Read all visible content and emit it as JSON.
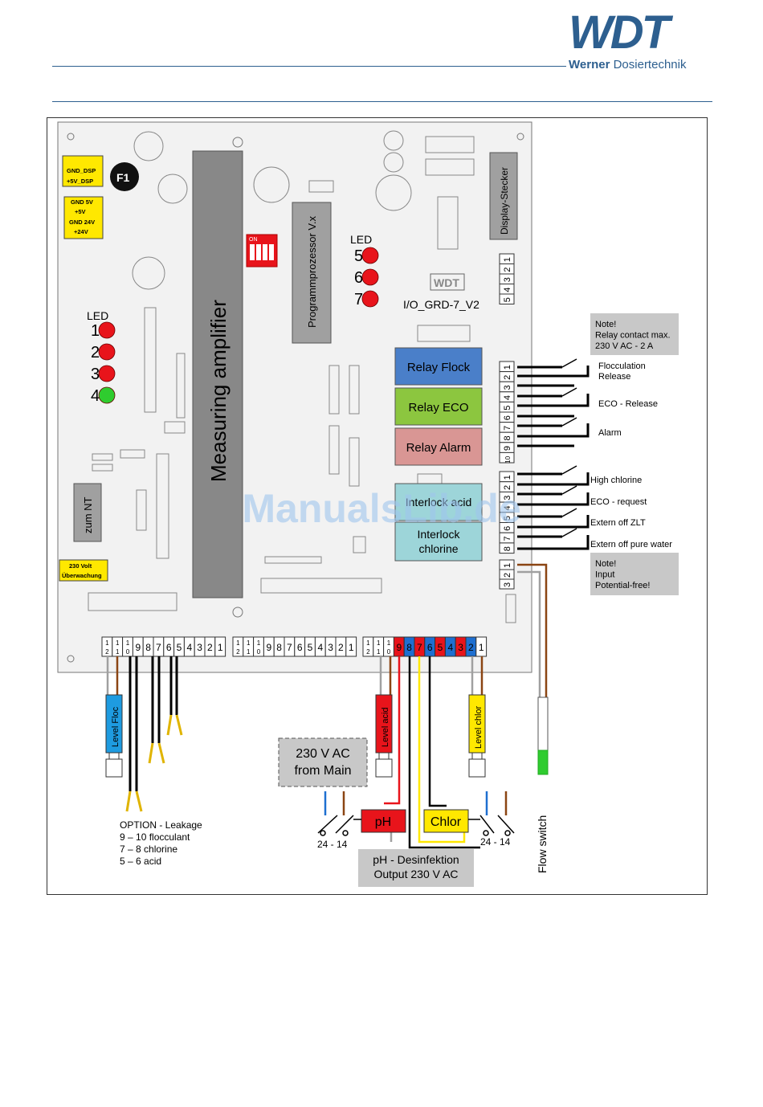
{
  "header": {
    "logo_mark": "WDT",
    "logo_name_bold": "Werner",
    "logo_name_rest": " Dosiertechnik"
  },
  "board": {
    "f1": "F1",
    "gnd_dsp": "GND_DSP",
    "v5_dsp": "+5V_DSP",
    "gnd5": "GND 5V",
    "v5": "+5V",
    "gnd24": "GND 24V",
    "v24": "+24V",
    "measuring_amplifier": "Measuring amplifier",
    "programmprozessor": "Programmprozessor V.x",
    "display_stecker": "Display-Stecker",
    "io_label": "I/O_GRD-7_V2",
    "zum_nt": "zum NT",
    "v230_label": "230 Volt",
    "ueberwachung": "Überwachung",
    "led_left_label": "LED",
    "led_right_label": "LED",
    "leds_left": [
      {
        "num": "1",
        "color": "#e8141b"
      },
      {
        "num": "2",
        "color": "#e8141b"
      },
      {
        "num": "3",
        "color": "#e8141b"
      },
      {
        "num": "4",
        "color": "#2fcc2f"
      }
    ],
    "leds_right": [
      {
        "num": "5",
        "color": "#e8141b"
      },
      {
        "num": "6",
        "color": "#e8141b"
      },
      {
        "num": "7",
        "color": "#e8141b"
      }
    ],
    "relays": [
      {
        "label": "Relay Flock",
        "color": "#4a7fc9"
      },
      {
        "label": "Relay ECO",
        "color": "#8cc63f"
      },
      {
        "label": "Relay Alarm",
        "color": "#d99694"
      }
    ],
    "interlock_acid": "Interlock acid",
    "interlock_chlorine_1": "Interlock",
    "interlock_chlorine_2": "chlorine",
    "dip_on": "ON"
  },
  "right_side": {
    "note_relay": [
      "Note!",
      "Relay contact max.",
      "230 V AC - 2 A"
    ],
    "outputs": [
      "Flocculation",
      "Release",
      "ECO - Release",
      "Alarm"
    ],
    "inputs": [
      "High chlorine",
      "ECO - request",
      "Extern off ZLT",
      "Extern off pure water"
    ],
    "note_input": [
      "Note!",
      "Input",
      "Potential-free!"
    ]
  },
  "bottom": {
    "level_floc": "Level Floc",
    "level_acid": "Level acid",
    "level_chlor": "Level chlor",
    "option_leakage": [
      "OPTION - Leakage",
      "9 – 10 flocculant",
      "7 – 8 chlorine",
      "5 – 6 acid"
    ],
    "mains": [
      "230 V AC",
      "from Main"
    ],
    "ph": "pH",
    "chlor": "Chlor",
    "range_left": "24 - 14",
    "range_right": "24 - 14",
    "output_box": [
      "pH - Desinfektion",
      "Output 230 V AC"
    ],
    "flow_switch": "Flow switch"
  },
  "terminals": {
    "sl5": [
      "12",
      "11",
      "10",
      "9",
      "8",
      "7",
      "6",
      "5",
      "4",
      "3",
      "2",
      "1"
    ],
    "sl7": [
      "12",
      "11",
      "10",
      "9",
      "8",
      "7",
      "6",
      "5",
      "4",
      "3",
      "2",
      "1"
    ],
    "sl3": [
      "12",
      "11",
      "10",
      "9",
      "8",
      "7",
      "6",
      "5",
      "4",
      "3",
      "2",
      "1"
    ],
    "right_top": [
      "1",
      "2",
      "3",
      "4",
      "5"
    ],
    "right_relay": [
      "1",
      "2",
      "3",
      "4",
      "5",
      "6",
      "7",
      "8",
      "9",
      "10"
    ],
    "right_input": [
      "1",
      "2",
      "3",
      "4",
      "5",
      "6",
      "7",
      "8"
    ],
    "right_flow": [
      "1",
      "2",
      "3"
    ]
  },
  "watermark": "ManualsLib.de"
}
